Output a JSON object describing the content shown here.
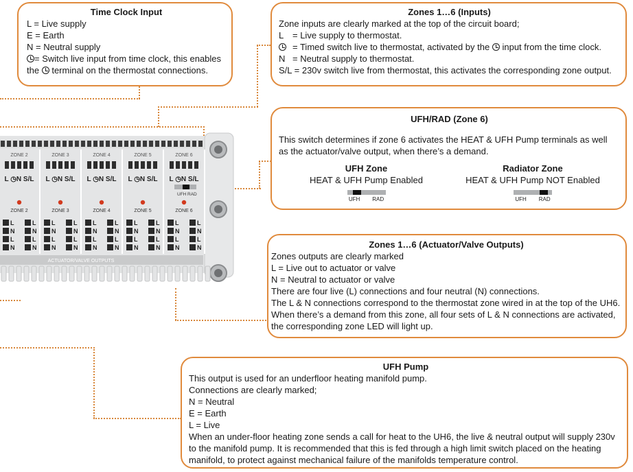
{
  "time_clock": {
    "title": "Time Clock Input",
    "l": "L  = Live supply",
    "e": "E  = Earth",
    "n": "N = Neutral supply",
    "clock_a": "= Switch live input from time clock, this enables",
    "clock_b_pre": "the",
    "clock_b_post": "terminal on the thermostat connections."
  },
  "zones_in": {
    "title": "Zones 1…6 (Inputs)",
    "intro": "Zone inputs are clearly marked at the top of the circuit board;",
    "l_key": "L",
    "l_val": "= Live supply to thermostat.",
    "clock_a": "= Timed switch live to thermostat, activated by the",
    "clock_b": "input from the time clock.",
    "n_key": "N",
    "n_val": "= Neutral supply to thermostat.",
    "sl": "S/L = 230v switch live from thermostat, this activates the corresponding zone output."
  },
  "ufh_rad": {
    "title": "UFH/RAD (Zone 6)",
    "desc1": "This switch determines if zone 6 activates the HEAT & UFH Pump terminals as well",
    "desc2": "as the actuator/valve output, when there’s a demand.",
    "ufh_title": "UFH Zone",
    "ufh_sub": "HEAT & UFH Pump Enabled",
    "rad_title": "Radiator Zone",
    "rad_sub": "HEAT & UFH Pump NOT Enabled",
    "switch_ufh": "UFH",
    "switch_rad": "RAD"
  },
  "zones_out": {
    "title": "Zones 1…6 (Actuator/Valve Outputs)",
    "l1": "Zones outputs are clearly marked",
    "l2": "L   = Live out to actuator or valve",
    "l3": "N   = Neutral to actuator or valve",
    "l4": "There are four live (L) connections and four neutral (N) connections.",
    "l5": "The L & N connections correspond to the thermostat zone wired in at the top of the UH6.",
    "l6": "When there’s a demand from this zone, all four sets of L & N connections are activated,",
    "l7": "the corresponding zone LED will light up."
  },
  "pump": {
    "title": "UFH Pump",
    "l1": "This output is used for an underfloor heating manifold pump.",
    "l2": "Connections are clearly marked;",
    "l3": "N = Neutral",
    "l4": "E = Earth",
    "l5": "L = Live",
    "l6": "When an under-floor heating zone sends a call for heat to the UH6, the live & neutral output will supply 230v",
    "l7": "to the  manifold pump. It is recommended that this is fed through a high limit switch placed on the heating",
    "l8": "manifold,  to protect against mechanical failure of the manifolds temperature control."
  },
  "board": {
    "zones": [
      "ZONE 2",
      "ZONE 3",
      "ZONE 4",
      "ZONE 5",
      "ZONE 6"
    ],
    "terminals": "L ◷N S/L",
    "output_label": "ACTUATOR/VALVE OUTPUTS",
    "switch_ufh": "UFH",
    "switch_rad": "RAD"
  },
  "colors": {
    "accent": "#e08a3c",
    "board": "#e8e9ea",
    "led": "#d23a1e"
  }
}
